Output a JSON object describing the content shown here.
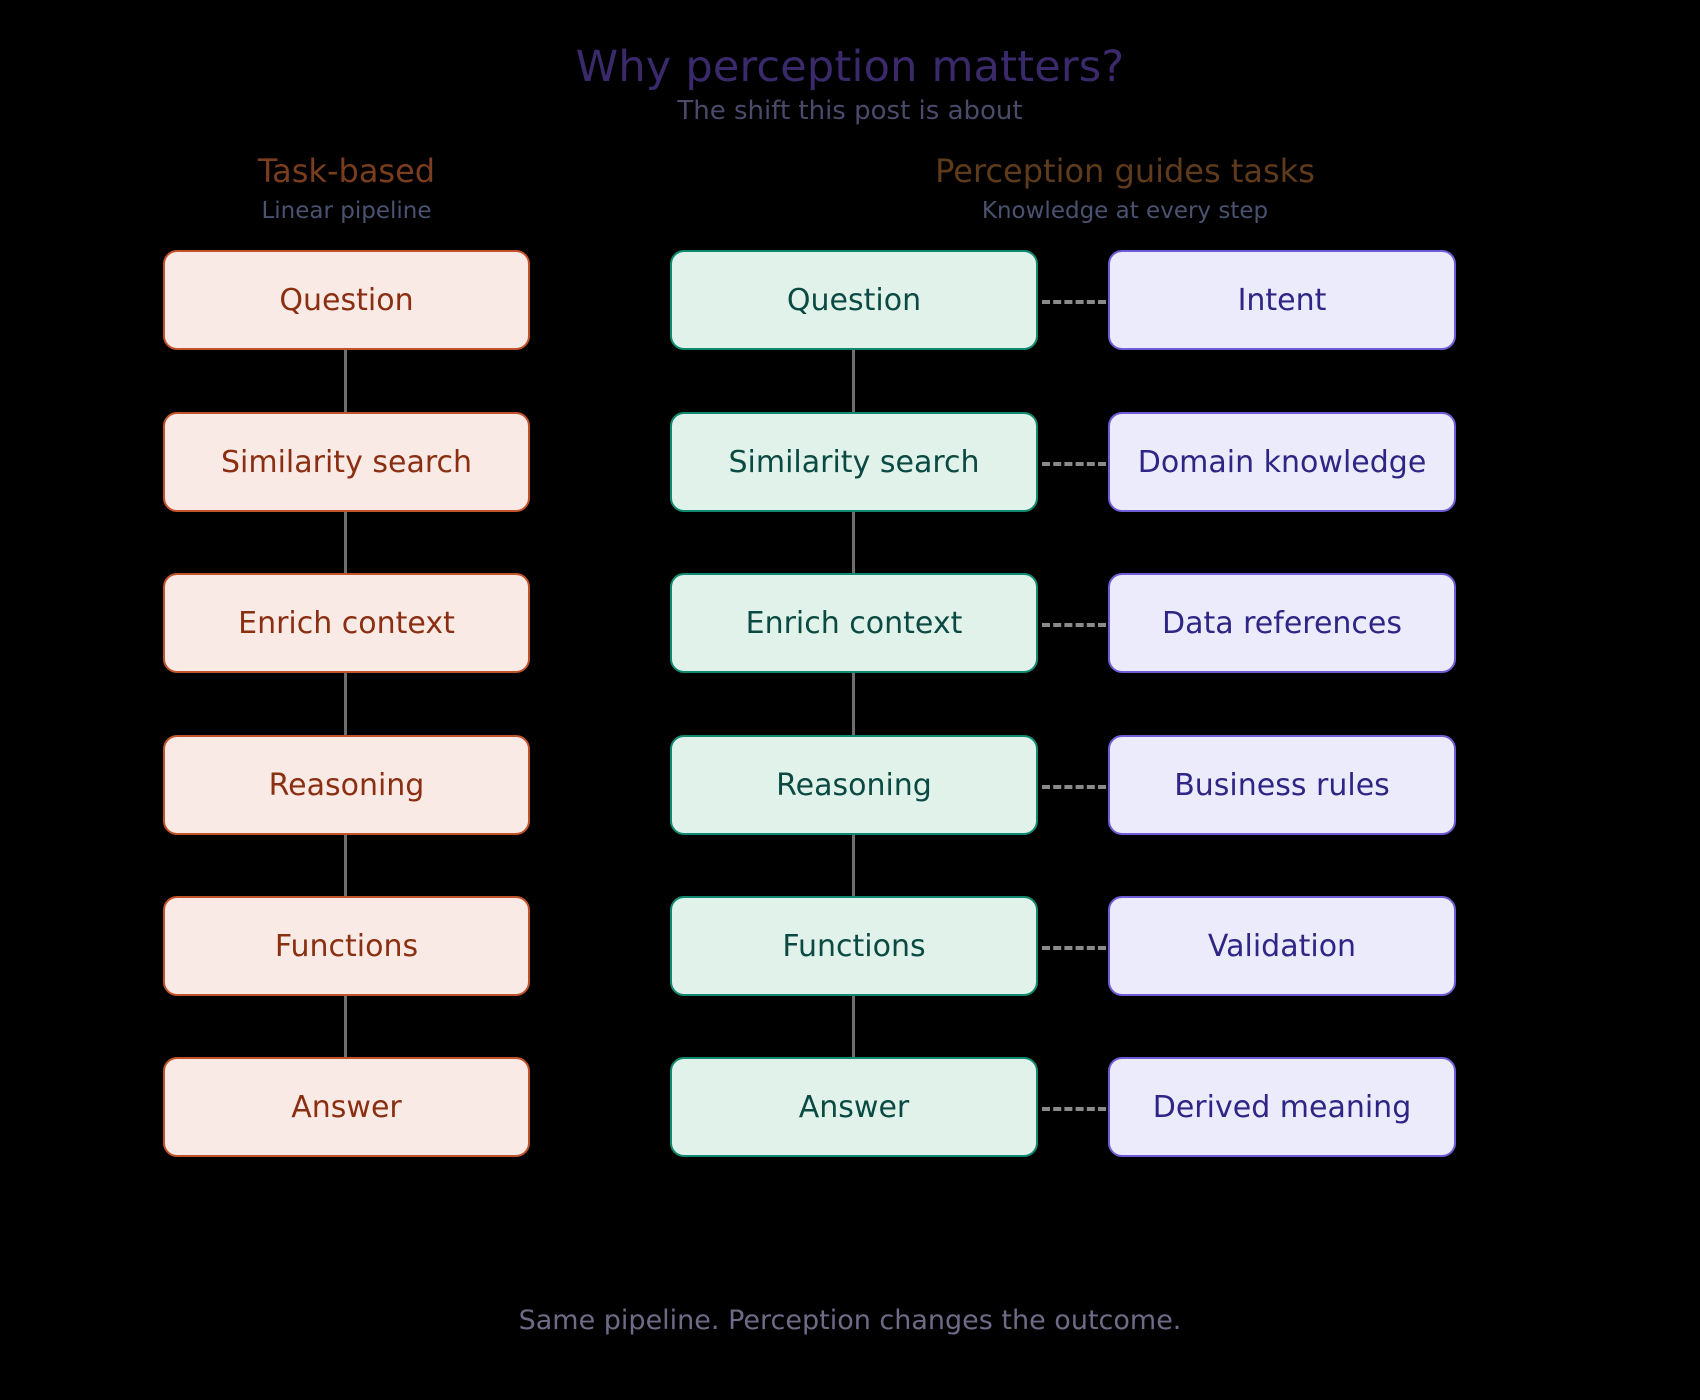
{
  "header": {
    "title": "Why perception matters?",
    "subtitle": "The shift this post is about",
    "caption": "Same pipeline. Perception changes the outcome."
  },
  "columns": {
    "left": {
      "title": "Task-based",
      "subtitle": "Linear pipeline"
    },
    "right": {
      "title": "Perception guides tasks",
      "subtitle": "Knowledge at every step"
    }
  },
  "pipeline_left": [
    {
      "label": "Question"
    },
    {
      "label": "Similarity search"
    },
    {
      "label": "Enrich context"
    },
    {
      "label": "Reasoning"
    },
    {
      "label": "Functions"
    },
    {
      "label": "Answer"
    }
  ],
  "pipeline_mid": [
    {
      "label": "Question"
    },
    {
      "label": "Similarity search"
    },
    {
      "label": "Enrich context"
    },
    {
      "label": "Reasoning"
    },
    {
      "label": "Functions"
    },
    {
      "label": "Answer"
    }
  ],
  "pipeline_right": [
    {
      "label": "Intent"
    },
    {
      "label": "Domain knowledge"
    },
    {
      "label": "Data references"
    },
    {
      "label": "Business rules"
    },
    {
      "label": "Validation"
    },
    {
      "label": "Derived meaning"
    }
  ],
  "colors": {
    "background": "#000000",
    "title": "#3b2a6b",
    "subtitle": "#4a4a6a",
    "caption": "#6f6a86",
    "left_head": "#7a3d1e",
    "right_head": "#5f3b1c",
    "left_fill": "#faeae5",
    "left_border": "#c2522a",
    "left_text": "#8a2f11",
    "mid_fill": "#e0f2ea",
    "mid_border": "#108a6e",
    "mid_text": "#0b4a43",
    "right_fill": "#ecebfb",
    "right_border": "#6f5cd6",
    "right_text": "#2f2585",
    "connector": "#6e6e6e",
    "dashed_connector": "#8a8a8a"
  }
}
